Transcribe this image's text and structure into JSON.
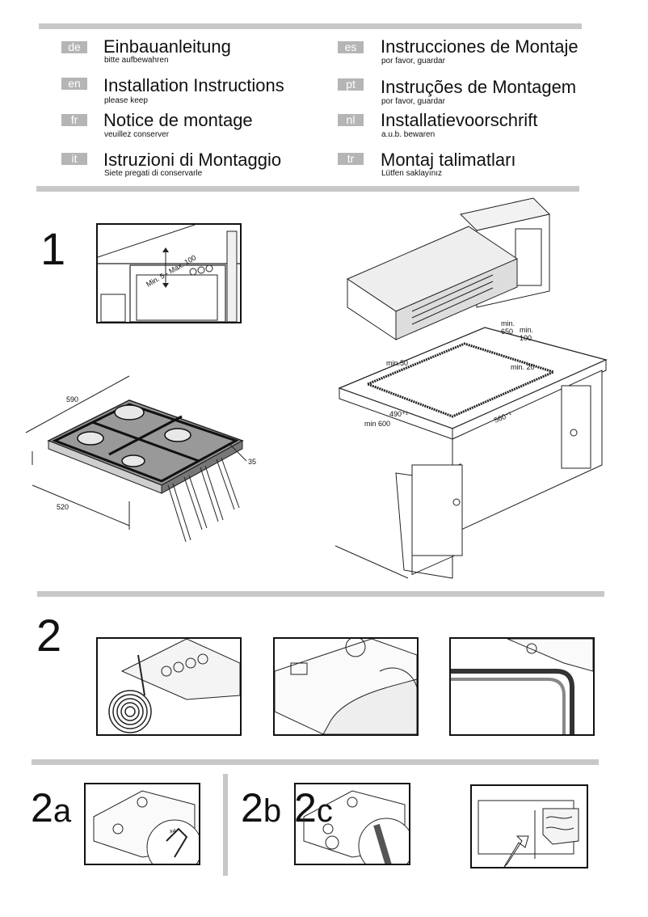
{
  "languages": [
    {
      "code": "de",
      "title": "Einbauanleitung",
      "subtitle": "bitte aufbewahren"
    },
    {
      "code": "en",
      "title": "Installation Instructions",
      "subtitle": "please keep"
    },
    {
      "code": "fr",
      "title": "Notice de montage",
      "subtitle": "veuillez conserver"
    },
    {
      "code": "it",
      "title": "Istruzioni di Montaggio",
      "subtitle": "Siete pregati di conservarle"
    },
    {
      "code": "es",
      "title": "Instrucciones de Montaje",
      "subtitle": "por favor, guardar"
    },
    {
      "code": "pt",
      "title": "Instruções de Montagem",
      "subtitle": "por favor, guardar"
    },
    {
      "code": "nl",
      "title": "Installatievoorschrift",
      "subtitle": "a.u.b. bewaren"
    },
    {
      "code": "tr",
      "title": "Montaj talimatları",
      "subtitle": "Lütfen saklayınız"
    }
  ],
  "steps": {
    "s1": "1",
    "s2": "2",
    "s2a_num": "2",
    "s2a_letter": "a",
    "s2b_num": "2",
    "s2b_letter": "b",
    "s2c_num": "2",
    "s2c_letter": "c"
  },
  "dimensions": {
    "minmax": "Min. 5 - Max. 100",
    "d590": "590",
    "d520": "520",
    "d35": "35",
    "min650": "min.\n650",
    "min100": "min.\n100",
    "min50": "min.50",
    "min20": "min. 20",
    "d490": "490⁺¹",
    "min600": "min 600",
    "d560": "560⁺¹",
    "x4": "x4"
  }
}
